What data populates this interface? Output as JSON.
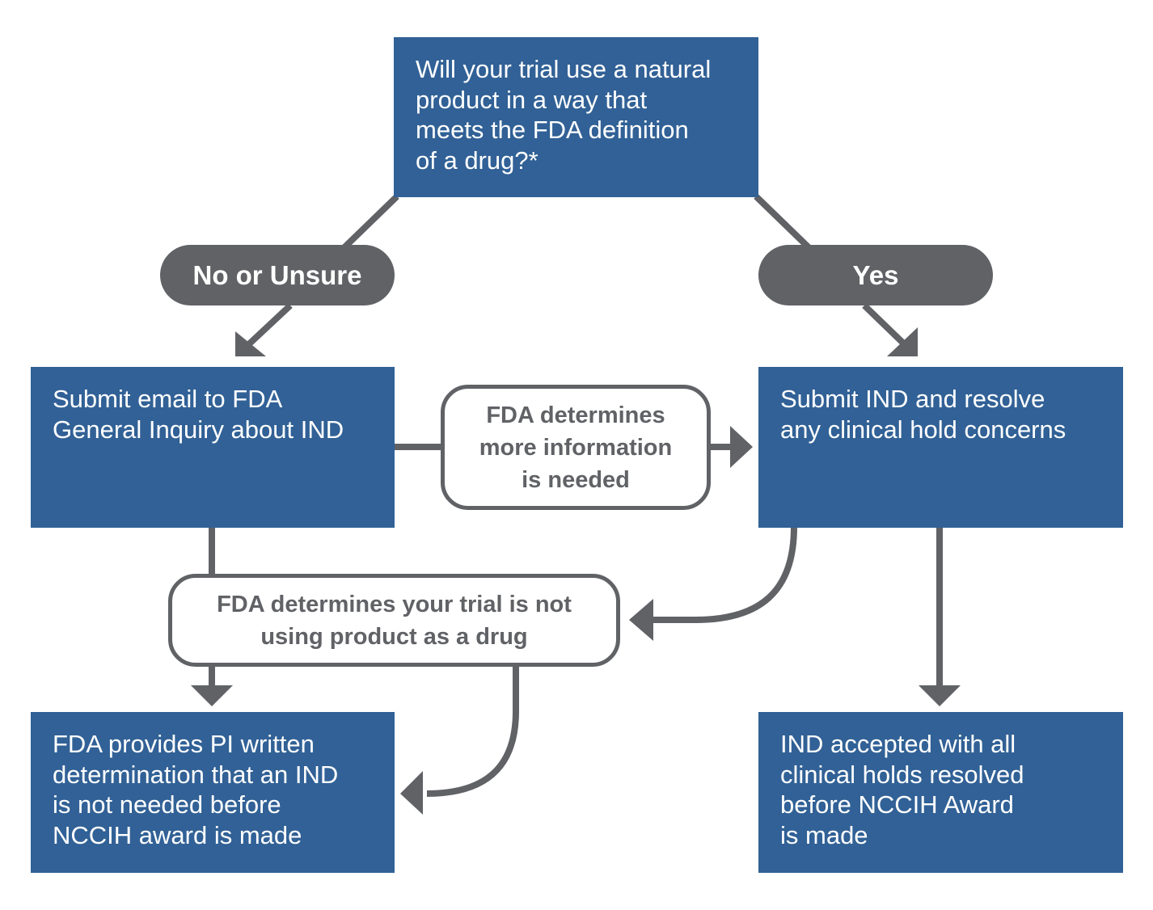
{
  "colors": {
    "box_fill": "#316196",
    "pill_fill": "#606266",
    "connector": "#606266",
    "text_on_dark": "#ffffff"
  },
  "question": {
    "text": "Will your trial use a natural\nproduct in a way that\nmeets the FDA definition\nof a drug?*"
  },
  "branches": {
    "no": "No or Unsure",
    "yes": "Yes"
  },
  "left_box": {
    "text": "Submit email to FDA\nGeneral Inquiry about IND"
  },
  "right_box": {
    "text": "Submit IND and resolve\nany clinical hold concerns"
  },
  "middle_note": {
    "text": "FDA determines\nmore information\nis needed"
  },
  "lower_note": {
    "text": "FDA determines your trial is not\nusing product as a drug"
  },
  "bottom_left_box": {
    "text": "FDA provides PI written\ndetermination that an IND\nis not needed before\nNCCIH award is made"
  },
  "bottom_right_box": {
    "text": "IND accepted with all\nclinical holds resolved\nbefore NCCIH Award\nis made"
  }
}
